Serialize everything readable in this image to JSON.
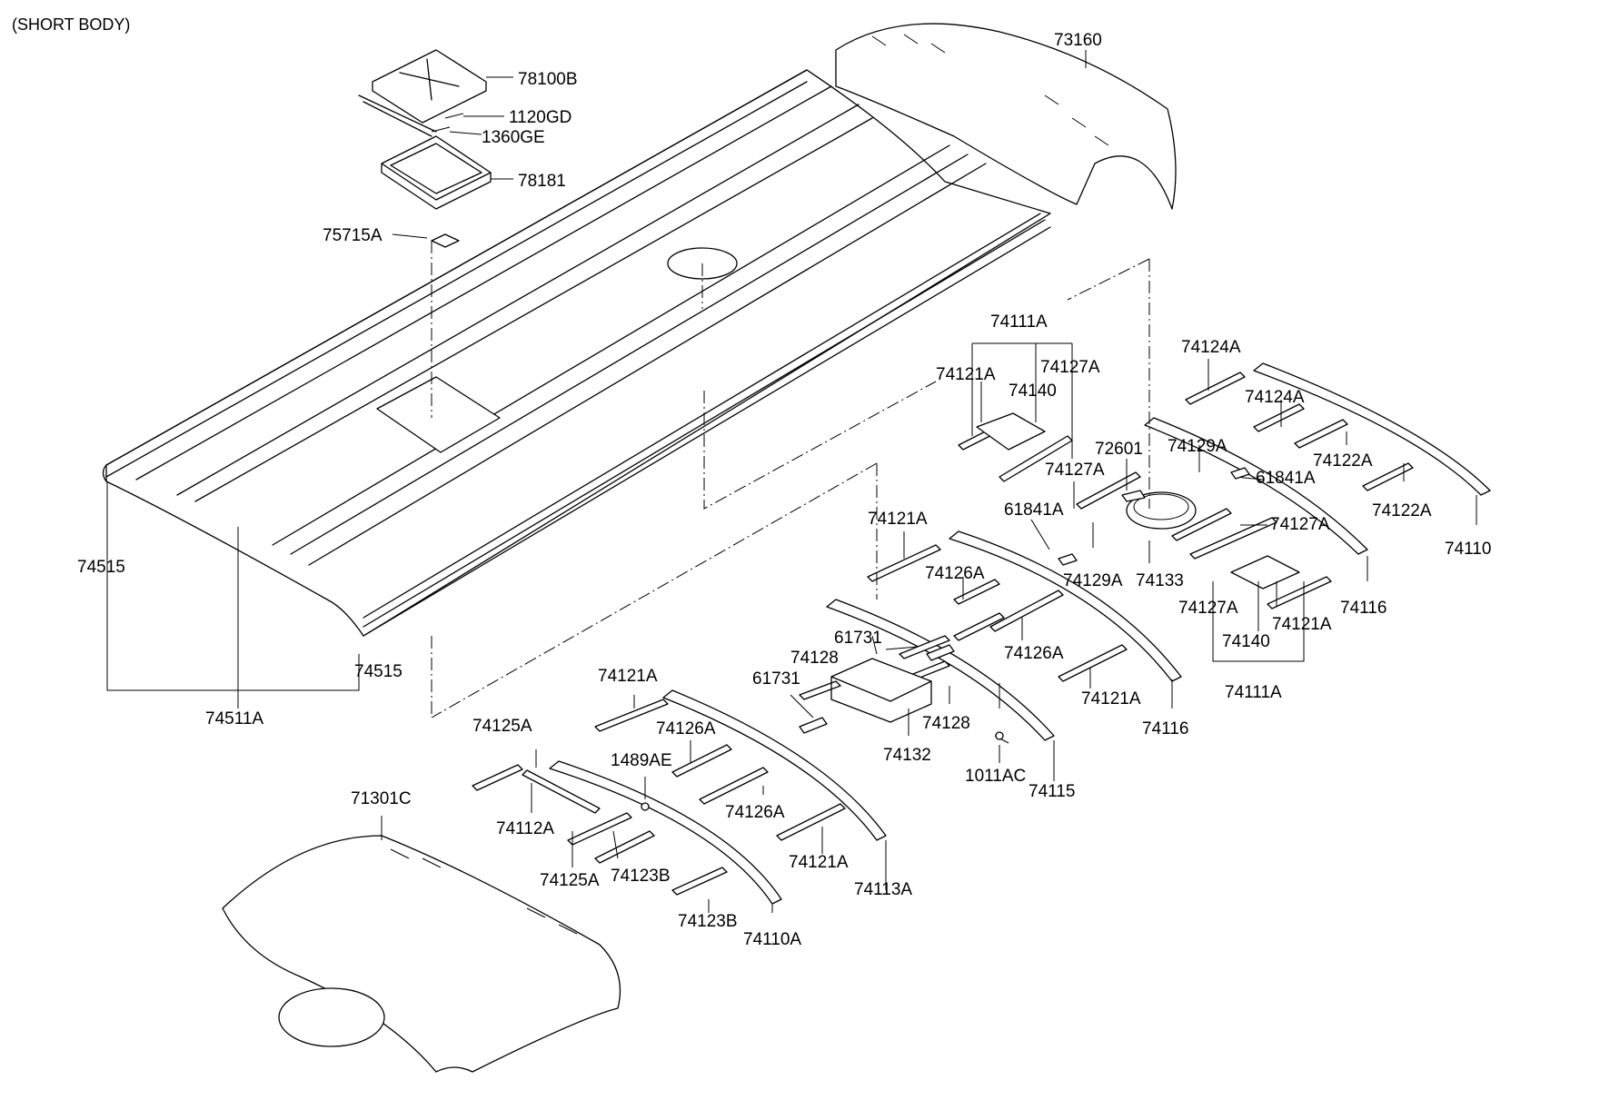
{
  "title": "(SHORT BODY)",
  "labels": {
    "l73160": "73160",
    "l78100B": "78100B",
    "l1120GD": "1120GD",
    "l1360GE": "1360GE",
    "l78181": "78181",
    "l75715A": "75715A",
    "l74111A_top": "74111A",
    "l74121A_a": "74121A",
    "l74127A_a": "74127A",
    "l74140_a": "74140",
    "l74124A_a": "74124A",
    "l74124A_b": "74124A",
    "l72601": "72601",
    "l74127A_b": "74127A",
    "l74129A_a": "74129A",
    "l74122A_a": "74122A",
    "l61841A_a": "61841A",
    "l74122A_b": "74122A",
    "l74110": "74110",
    "l61841A_b": "61841A",
    "l74127A_c": "74127A",
    "l74515_left": "74515",
    "l74121A_b": "74121A",
    "l74129A_b": "74129A",
    "l74133": "74133",
    "l74126A_a": "74126A",
    "l74127A_d": "74127A",
    "l74116_a": "74116",
    "l74121A_c": "74121A",
    "l74140_b": "74140",
    "l61731_a": "61731",
    "l74128_a": "74128",
    "l74126A_b": "74126A",
    "l74515_right": "74515",
    "l61731_b": "61731",
    "l74121A_d": "74121A",
    "l74111A_bottom": "74111A",
    "l74121A_e": "74121A",
    "l74128_b": "74128",
    "l74511A": "74511A",
    "l74116_b": "74116",
    "l74125A_a": "74125A",
    "l74126A_c": "74126A",
    "l74132": "74132",
    "l1489AE": "1489AE",
    "l1011AC": "1011AC",
    "l74115": "74115",
    "l71301C": "71301C",
    "l74126A_d": "74126A",
    "l74112A": "74112A",
    "l74121A_f": "74121A",
    "l74125A_b": "74125A",
    "l74123B_a": "74123B",
    "l74113A": "74113A",
    "l74123B_b": "74123B",
    "l74110A": "74110A"
  }
}
